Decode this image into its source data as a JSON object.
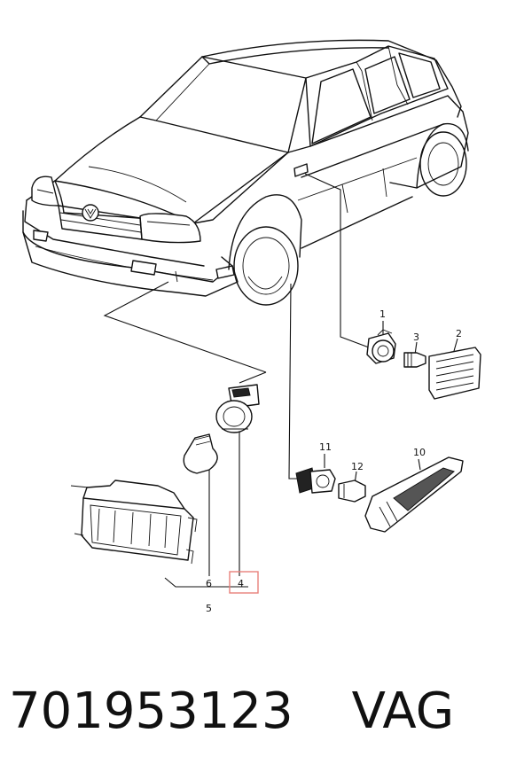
{
  "callouts": [
    {
      "id": "1",
      "label": "1"
    },
    {
      "id": "2",
      "label": "2"
    },
    {
      "id": "3",
      "label": "3"
    },
    {
      "id": "4",
      "label": "4"
    },
    {
      "id": "5",
      "label": "5"
    },
    {
      "id": "6",
      "label": "6"
    },
    {
      "id": "10",
      "label": "10"
    },
    {
      "id": "11",
      "label": "11"
    },
    {
      "id": "12",
      "label": "12"
    }
  ],
  "highlight": {
    "callout": "4",
    "border_color": "#e8807a"
  },
  "footer": {
    "part_number": "701953123",
    "brand": "VAG"
  }
}
